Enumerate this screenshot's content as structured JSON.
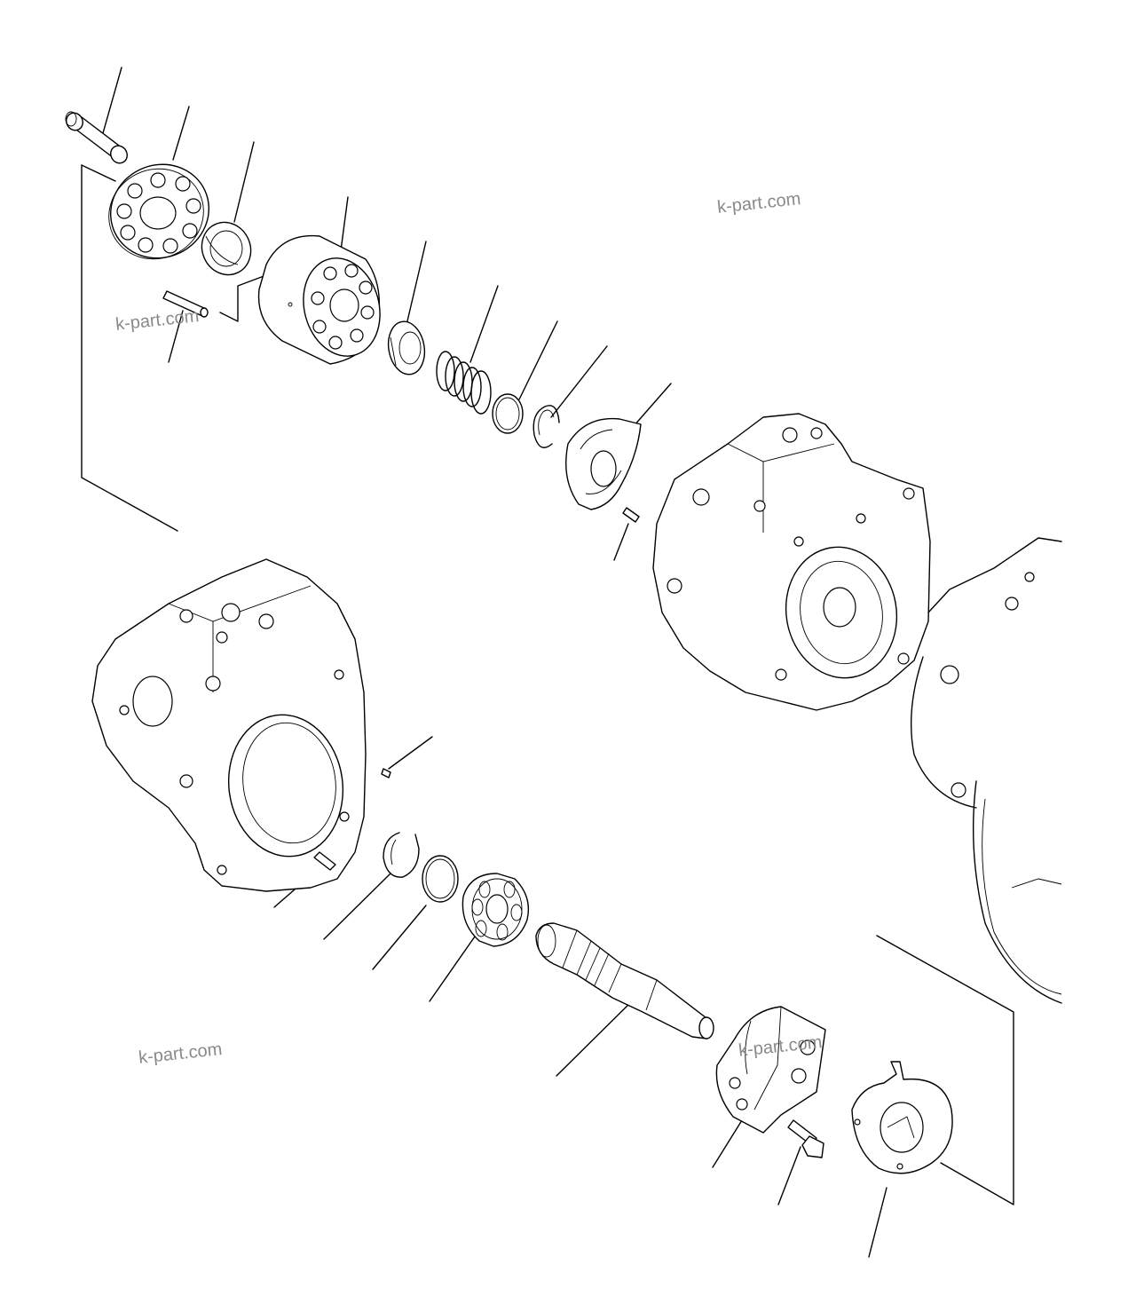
{
  "watermarks": [
    {
      "text": "k-part.com"
    },
    {
      "text": "k-part.com"
    },
    {
      "text": "k-part.com"
    },
    {
      "text": "k-part.com"
    }
  ]
}
